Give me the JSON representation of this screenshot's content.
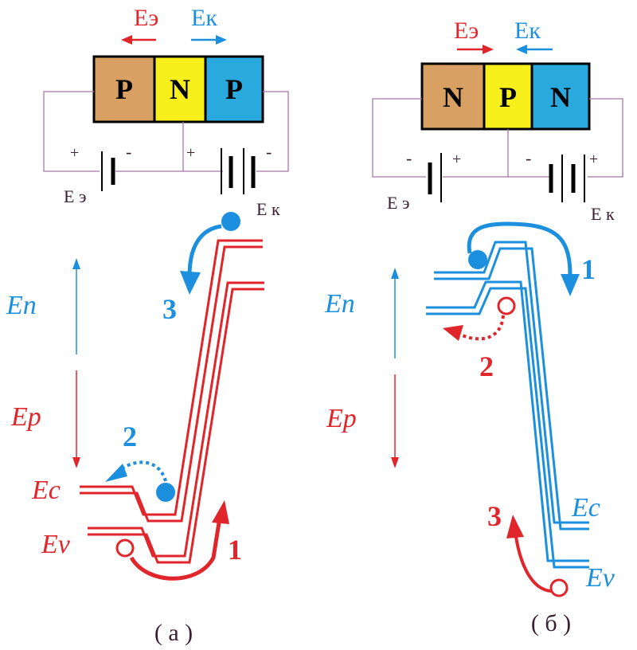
{
  "panel_a": {
    "field_emitter": "Eэ",
    "field_collector": "Eк",
    "layers": [
      "P",
      "N",
      "P"
    ],
    "battery_emitter_label": "E э",
    "battery_collector_label": "E к",
    "battery_emitter_plus": "+",
    "battery_emitter_minus": "-",
    "battery_collector_plus": "+",
    "battery_collector_minus": "-",
    "axis_en": "En",
    "axis_ep": "Ep",
    "label_ec": "Ec",
    "label_ev": "Ev",
    "step_1": "1",
    "step_2": "2",
    "step_3": "3",
    "caption": "( а )"
  },
  "panel_b": {
    "field_emitter": "Eэ",
    "field_collector": "Eк",
    "layers": [
      "N",
      "P",
      "N"
    ],
    "battery_emitter_label": "E э",
    "battery_collector_label": "E к",
    "battery_emitter_plus": "+",
    "battery_emitter_minus": "-",
    "battery_collector_plus": "+",
    "battery_collector_minus": "-",
    "axis_en": "En",
    "axis_ep": "Ep",
    "label_ec": "Ec",
    "label_ev": "Ev",
    "step_1": "1",
    "step_2": "2",
    "step_3": "3",
    "caption": "( б )"
  },
  "colors": {
    "red": "#e0262b",
    "blue": "#1c8fde",
    "layer_p_a": "#d9a064",
    "layer_n_a": "#f7f01a",
    "layer_p2_a": "#2aa9de",
    "wire": "#a878a8",
    "label_dark": "#3a2030"
  }
}
